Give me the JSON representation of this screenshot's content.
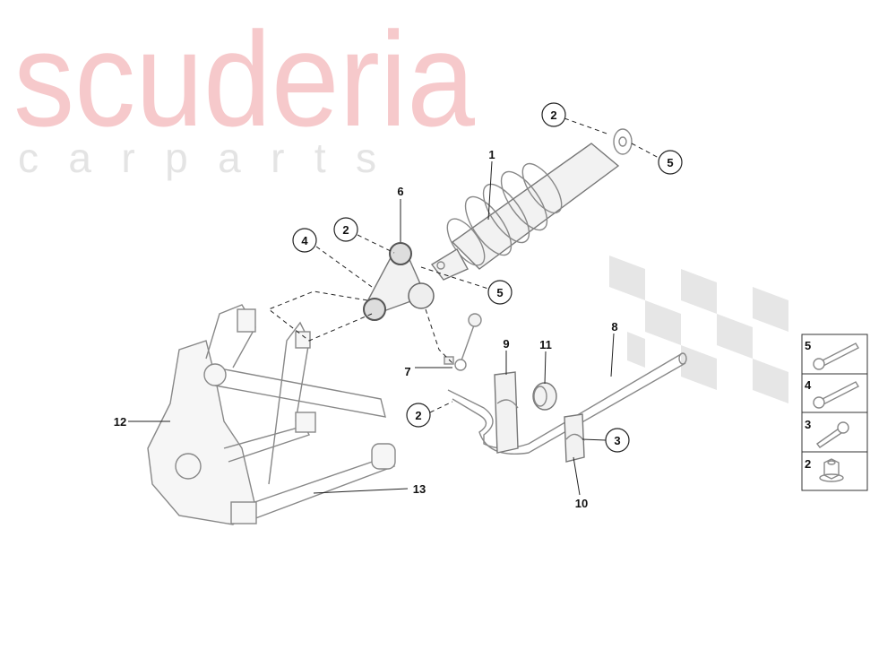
{
  "watermark": {
    "main": "scuderia",
    "sub": "c a r   p a r t s",
    "main_color": "#f6c9cb",
    "sub_color": "#e4e4e4"
  },
  "callouts": {
    "shock_absorber": "1",
    "nut_top": "2",
    "bolt_top": "5",
    "upper_mount": "6",
    "nut_mount": "2",
    "bolt_mount": "4",
    "bolt_mount2": "5",
    "drop_link": "7",
    "clamp": "9",
    "bushing": "11",
    "stabilizer_bar": "8",
    "nut_bar": "2",
    "screw_bar": "3",
    "bracket": "10",
    "hub_carrier": "12",
    "lower_arm": "13"
  },
  "legend": [
    {
      "number": "5",
      "icon": "long-flange-bolt"
    },
    {
      "number": "4",
      "icon": "long-flange-bolt"
    },
    {
      "number": "3",
      "icon": "short-screw"
    },
    {
      "number": "2",
      "icon": "flange-nut"
    }
  ]
}
